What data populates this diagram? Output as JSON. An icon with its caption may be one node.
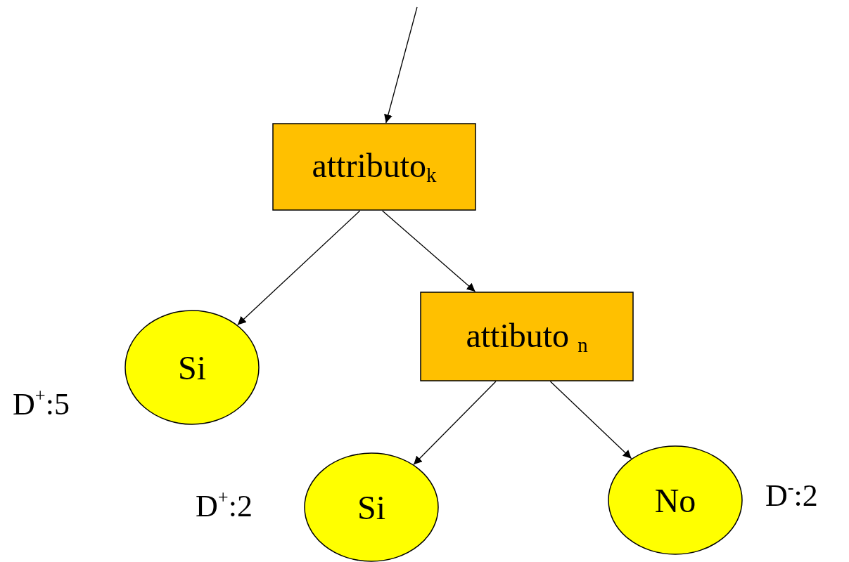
{
  "diagram": {
    "nodes": [
      {
        "text": [
          "attributo$_{k}$"
        ]
      },
      {
        "text": [
          "Si"
        ],
        "beside": [
          "D$^{+}$:5"
        ]
      },
      {
        "text": [
          "attibuto $_{n}$"
        ]
      },
      {
        "text": [
          "Si"
        ],
        "beside": [
          "D$^{+}$:2"
        ]
      },
      {
        "text": [
          "No"
        ],
        "beside": [
          "D$^{-}$:2"
        ]
      }
    ],
    "edges": [
      {
        "from": null,
        "to": 0,
        "arrow": "to"
      },
      {
        "from": 0,
        "to": 1,
        "arrow": "to"
      },
      {
        "from": 0,
        "to": 2,
        "arrow": "to"
      },
      {
        "from": 2,
        "to": 3,
        "arrow": "to"
      },
      {
        "from": 2,
        "to": 4,
        "arrow": "to"
      }
    ]
  }
}
